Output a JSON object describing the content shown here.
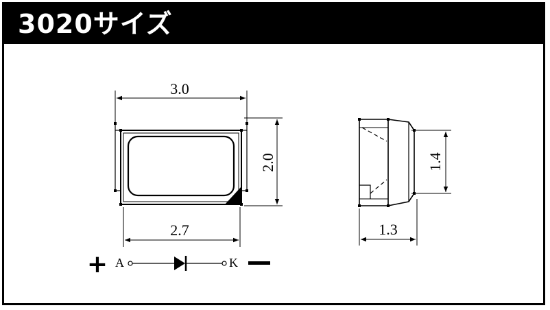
{
  "header": {
    "title": "3020サイズ"
  },
  "top_view": {
    "width_label": "3.0",
    "height_label": "2.0",
    "inner_width_label": "2.7"
  },
  "side_view": {
    "height_label": "1.4",
    "depth_label": "1.3"
  },
  "polarity": {
    "plus": "+",
    "anode": "A",
    "cathode": "K",
    "minus": "−"
  }
}
